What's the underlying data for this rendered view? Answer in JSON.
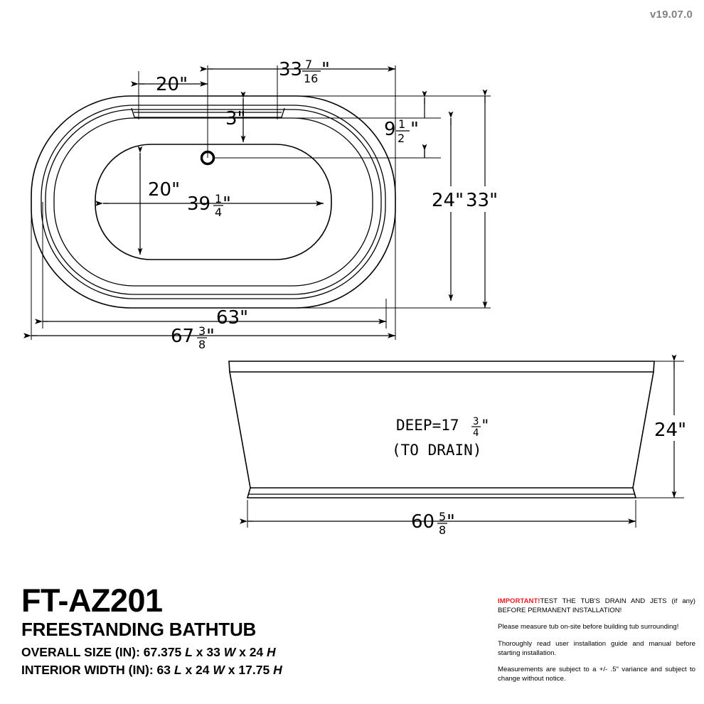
{
  "version": "v19.07.0",
  "drawing": {
    "top_view": {
      "dim_20_top": "20\"",
      "dim_33_7_16": {
        "whole": "33",
        "num": "7",
        "den": "16",
        "unit": "\""
      },
      "dim_3": "3\"",
      "dim_9_1_2": {
        "whole": "9",
        "num": "1",
        "den": "2",
        "unit": "\""
      },
      "dim_20_interior": "20\"",
      "dim_39_1_4": {
        "whole": "39",
        "num": "1",
        "den": "4",
        "unit": "\""
      },
      "dim_24_right": "24\"",
      "dim_33_right": "33\"",
      "dim_63": "63\"",
      "dim_67_3_8": {
        "whole": "67",
        "num": "3",
        "den": "8",
        "unit": "\""
      }
    },
    "front_view": {
      "depth_label_prefix": "DEEP=17",
      "depth_num": "3",
      "depth_den": "4",
      "depth_unit": "\"",
      "depth_sub": "(TO DRAIN)",
      "dim_24_height": "24\"",
      "dim_60_5_8": {
        "whole": "60",
        "num": "5",
        "den": "8",
        "unit": "\""
      }
    }
  },
  "title_block": {
    "model": "FT-AZ201",
    "product_type": "FREESTANDING BATHTUB",
    "overall_label": "OVERALL SIZE (IN): 67.375",
    "overall_l": "L",
    "overall_x1": "x 33",
    "overall_w": "W",
    "overall_x2": "x 24",
    "overall_h": "H",
    "interior_label": "INTERIOR WIDTH (IN): 63",
    "interior_l": "L",
    "interior_x1": "x 24",
    "interior_w": "W",
    "interior_x2": "x 17.75",
    "interior_h": "H"
  },
  "notes": {
    "important_word": "IMPORTANT!",
    "important_rest": "TEST THE TUB'S DRAIN AND JETS (if any) BEFORE PERMANENT INSTALLATION!",
    "note2": "Please measure tub on-site before building tub surrounding!",
    "note3": "Thoroughly read user installation guide and manual before starting installation.",
    "note4": "Measurements are subject to a +/- .5\" variance and subject to change without notice."
  },
  "colors": {
    "important_red": "#ED1C24",
    "version_gray": "#808285",
    "line_black": "#000000"
  }
}
